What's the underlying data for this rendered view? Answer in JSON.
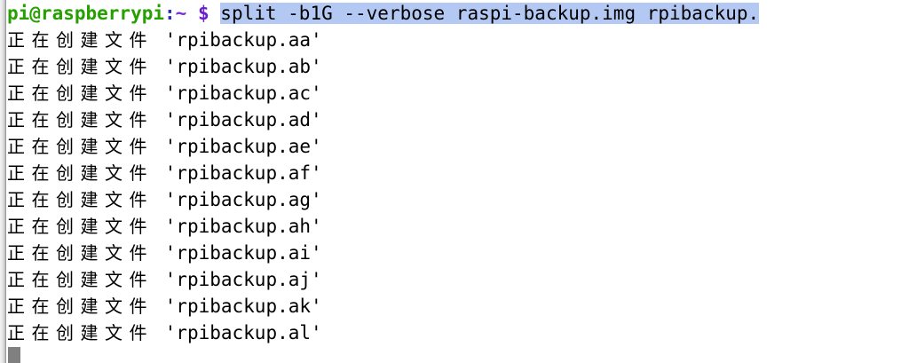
{
  "terminal": {
    "prompt": {
      "user_host": "pi@raspberrypi",
      "colon": ":",
      "path": "~",
      "dollar": "$"
    },
    "command": "split -b1G --verbose raspi-backup.img rpibackup.",
    "command_selected": true,
    "colors": {
      "prompt_user": "#26a000",
      "prompt_colon": "#2b2bc8",
      "prompt_path": "#7b2fd6",
      "prompt_dollar": "#6a1fc9",
      "selection_bg": "#b3c8f2",
      "cursor": "#808080",
      "background": "#ffffff",
      "foreground": "#000000"
    },
    "output_prefix": "正在创建文件",
    "output_lines": [
      {
        "message": "正在创建文件",
        "filename": "'rpibackup.aa'"
      },
      {
        "message": "正在创建文件",
        "filename": "'rpibackup.ab'"
      },
      {
        "message": "正在创建文件",
        "filename": "'rpibackup.ac'"
      },
      {
        "message": "正在创建文件",
        "filename": "'rpibackup.ad'"
      },
      {
        "message": "正在创建文件",
        "filename": "'rpibackup.ae'"
      },
      {
        "message": "正在创建文件",
        "filename": "'rpibackup.af'"
      },
      {
        "message": "正在创建文件",
        "filename": "'rpibackup.ag'"
      },
      {
        "message": "正在创建文件",
        "filename": "'rpibackup.ah'"
      },
      {
        "message": "正在创建文件",
        "filename": "'rpibackup.ai'"
      },
      {
        "message": "正在创建文件",
        "filename": "'rpibackup.aj'"
      },
      {
        "message": "正在创建文件",
        "filename": "'rpibackup.ak'"
      },
      {
        "message": "正在创建文件",
        "filename": "'rpibackup.al'"
      }
    ]
  }
}
